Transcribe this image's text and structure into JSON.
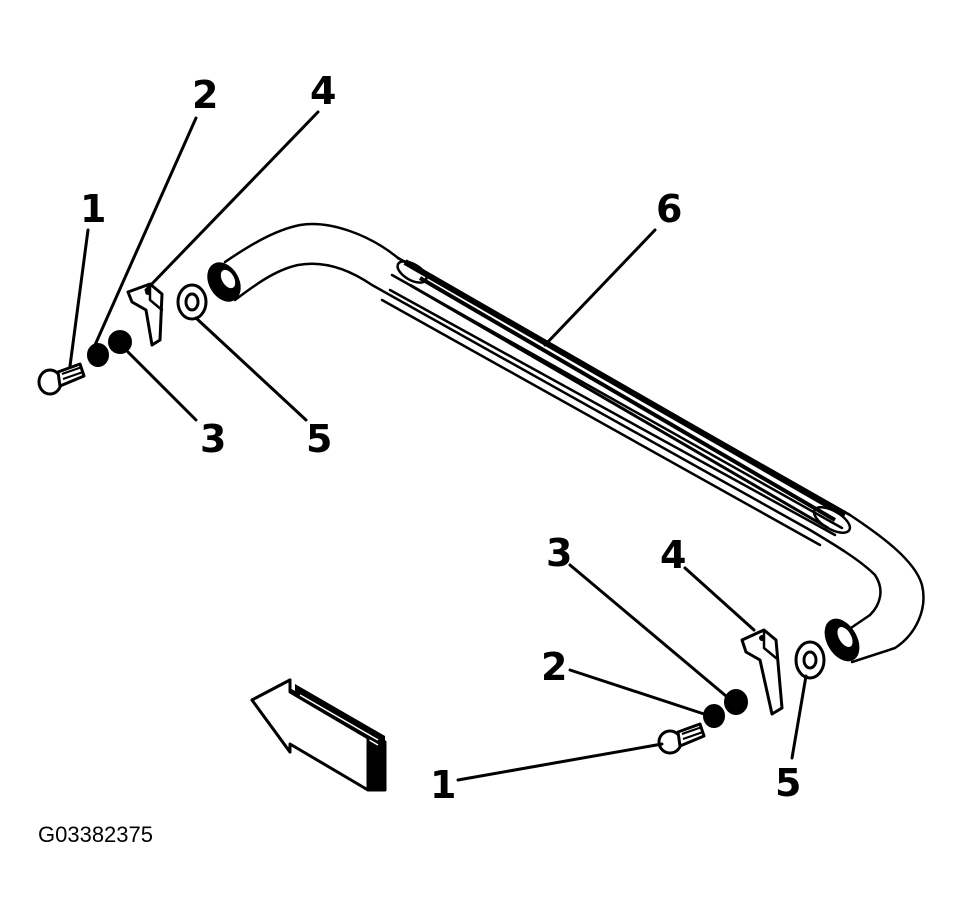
{
  "figure_id": "G03382375",
  "callouts": {
    "left": {
      "c1": "1",
      "c2": "2",
      "c3": "3",
      "c4": "4",
      "c5": "5"
    },
    "main": {
      "c6": "6"
    },
    "right": {
      "c1": "1",
      "c2": "2",
      "c3": "3",
      "c4": "4",
      "c5": "5"
    }
  },
  "parts": {
    "p1": "bolt",
    "p2": "lock-washer",
    "p3": "nut",
    "p4": "bracket",
    "p5": "washer",
    "p6": "tube-bar"
  },
  "icons": {
    "direction": "arrow-icon"
  },
  "colors": {
    "ink": "#000000",
    "paper": "#ffffff"
  }
}
